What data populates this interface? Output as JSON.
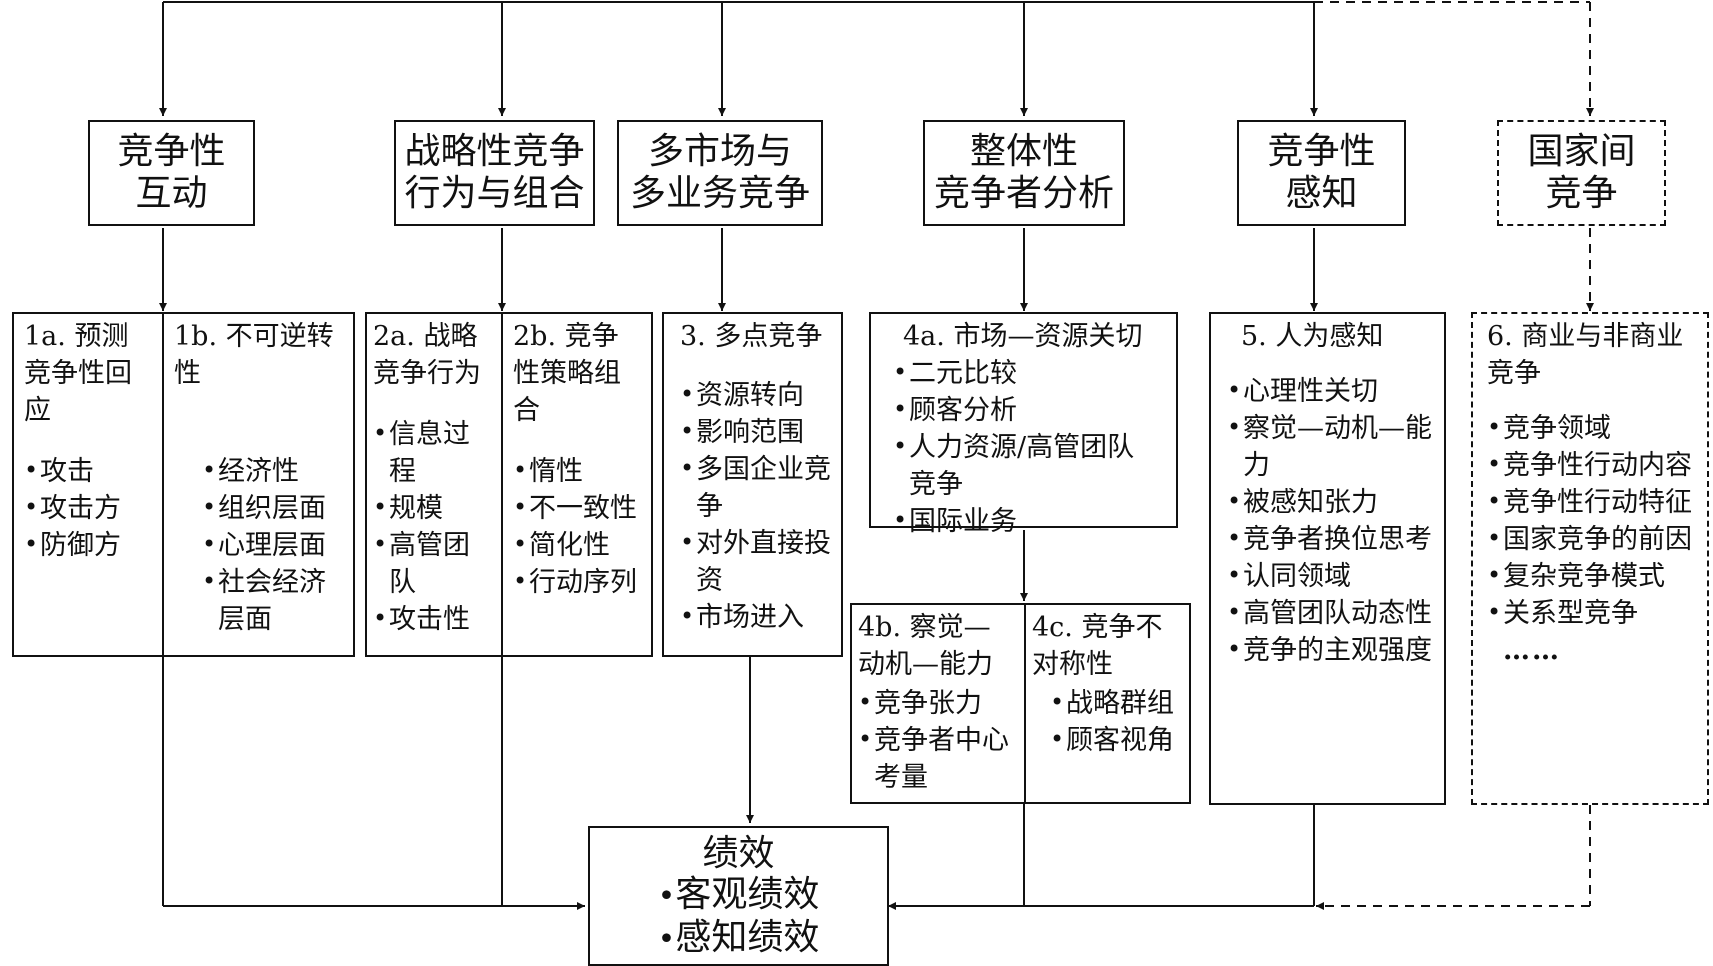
{
  "headers": [
    {
      "id": "h1",
      "lines": [
        "竞争性",
        "互动"
      ]
    },
    {
      "id": "h2",
      "lines": [
        "战略性竞争",
        "行为与组合"
      ]
    },
    {
      "id": "h3",
      "lines": [
        "多市场与",
        "多业务竞争"
      ]
    },
    {
      "id": "h4",
      "lines": [
        "整体性",
        "竞争者分析"
      ]
    },
    {
      "id": "h5",
      "lines": [
        "竞争性",
        "感知"
      ]
    },
    {
      "id": "h6",
      "lines": [
        "国家间",
        "竞争"
      ]
    }
  ],
  "details": {
    "d1a": {
      "title": "1a. 预测竞争性回应",
      "items": [
        "攻击",
        "攻击方",
        "防御方"
      ]
    },
    "d1b": {
      "title": "1b. 不可逆转性",
      "items": [
        "经济性",
        "组织层面",
        "心理层面",
        "社会经济层面"
      ]
    },
    "d2a": {
      "title": "2a. 战略竞争行为",
      "items": [
        "信息过程",
        "规模",
        "高管团队",
        "攻击性"
      ]
    },
    "d2b": {
      "title": "2b. 竞争性策略组合",
      "items": [
        "惰性",
        "不一致性",
        "简化性",
        "行动序列"
      ]
    },
    "d3": {
      "title": "3. 多点竞争",
      "items": [
        "资源转向",
        "影响范围",
        "多国企业竞争",
        "对外直接投资",
        "市场进入"
      ]
    },
    "d4a": {
      "title": "4a. 市场—资源关切",
      "items": [
        "二元比较",
        "顾客分析",
        "人力资源/高管团队竞争",
        "国际业务"
      ]
    },
    "d4b": {
      "title": "4b. 察觉—动机—能力",
      "items": [
        "竞争张力",
        "竞争者中心考量"
      ]
    },
    "d4c": {
      "title": "4c. 竞争不对称性",
      "items": [
        "战略群组",
        "顾客视角"
      ]
    },
    "d5": {
      "title": "5. 人为感知",
      "items": [
        "心理性关切",
        "察觉—动机—能力",
        "被感知张力",
        "竞争者换位思考",
        "认同领域",
        "高管团队动态性",
        "竞争的主观强度"
      ]
    },
    "d6": {
      "title": "6. 商业与非商业竞争",
      "items": [
        "竞争领域",
        "竞争性行动内容",
        "竞争性行动特征",
        "国家竞争的前因",
        "复杂竞争模式",
        "关系型竞争"
      ],
      "ellipsis": "……"
    }
  },
  "performance": {
    "title": "绩效",
    "items": [
      "客观绩效",
      "感知绩效"
    ]
  }
}
